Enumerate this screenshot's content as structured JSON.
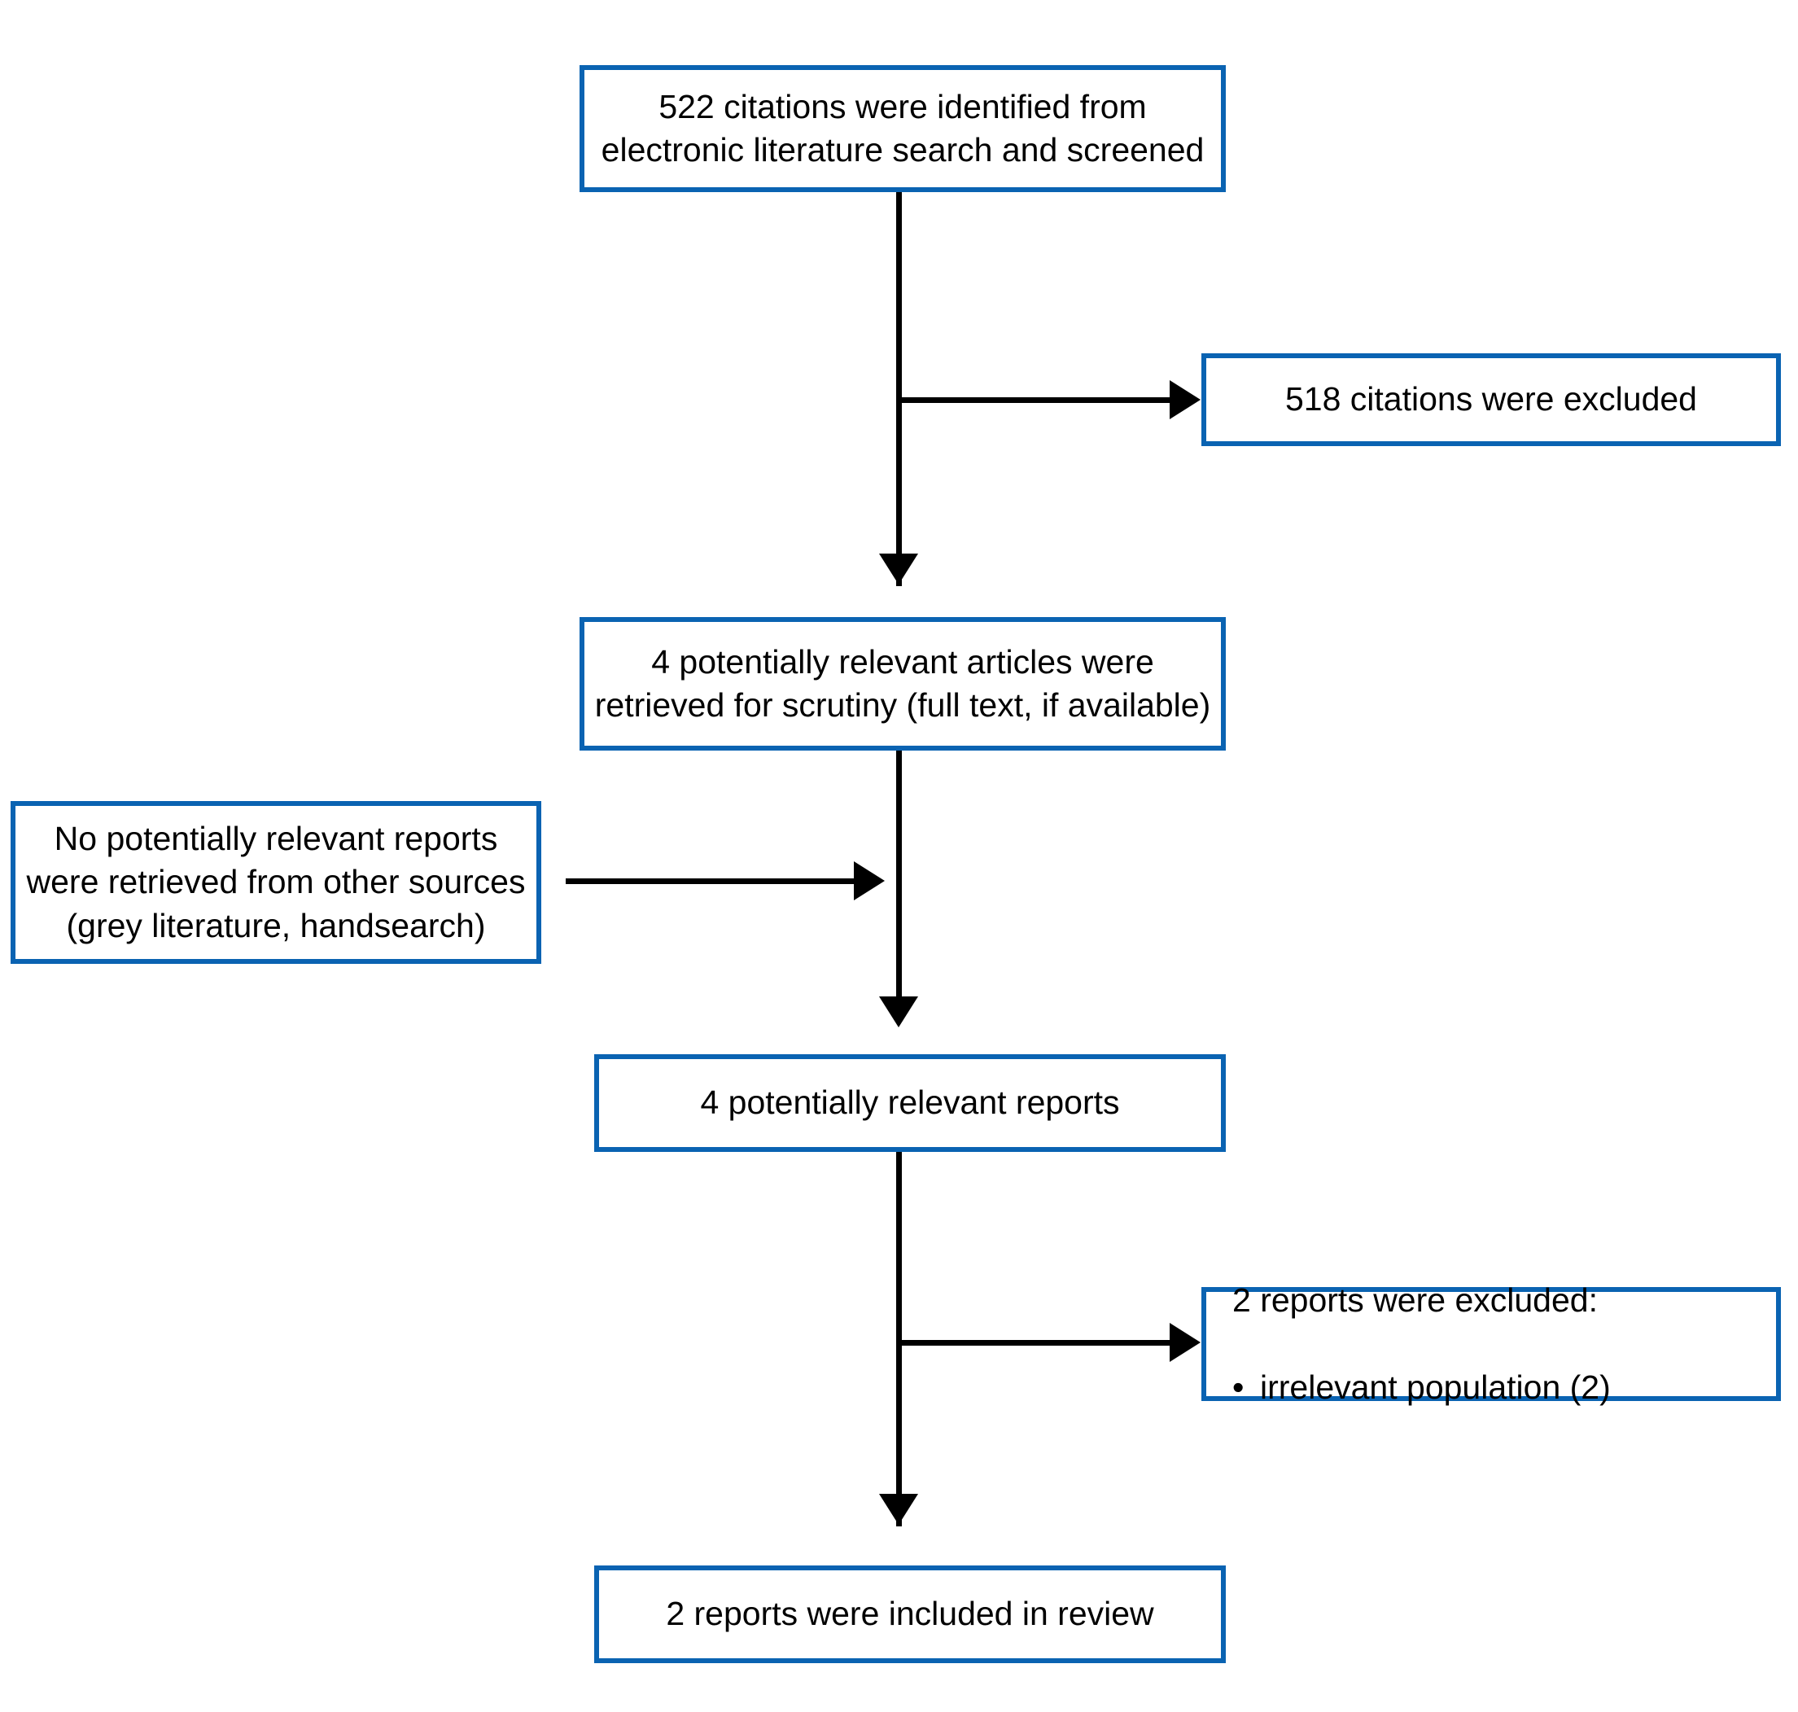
{
  "diagram": {
    "type": "prisma-flow-diagram",
    "accent_color": "#0a63b2",
    "line_color": "#000000",
    "background": "#ffffff",
    "nodes": {
      "identified": {
        "text": "522 citations were identified from\nelectronic literature search and screened",
        "count": 522
      },
      "citations_excluded": {
        "text": "518 citations were excluded",
        "count": 518
      },
      "retrieved": {
        "text": "4 potentially relevant articles were\nretrieved for scrutiny (full text, if available)",
        "count": 4
      },
      "other_sources": {
        "text": "No potentially relevant reports\nwere retrieved from other sources\n(grey literature, handsearch)",
        "count": 0
      },
      "relevant_reports": {
        "text": "4 potentially relevant reports",
        "count": 4
      },
      "reports_excluded": {
        "heading": "2 reports were excluded:",
        "bullet_symbol": "•",
        "reasons": [
          "irrelevant population (2)"
        ],
        "count": 2
      },
      "included": {
        "text": "2 reports were included in review",
        "count": 2
      }
    }
  }
}
